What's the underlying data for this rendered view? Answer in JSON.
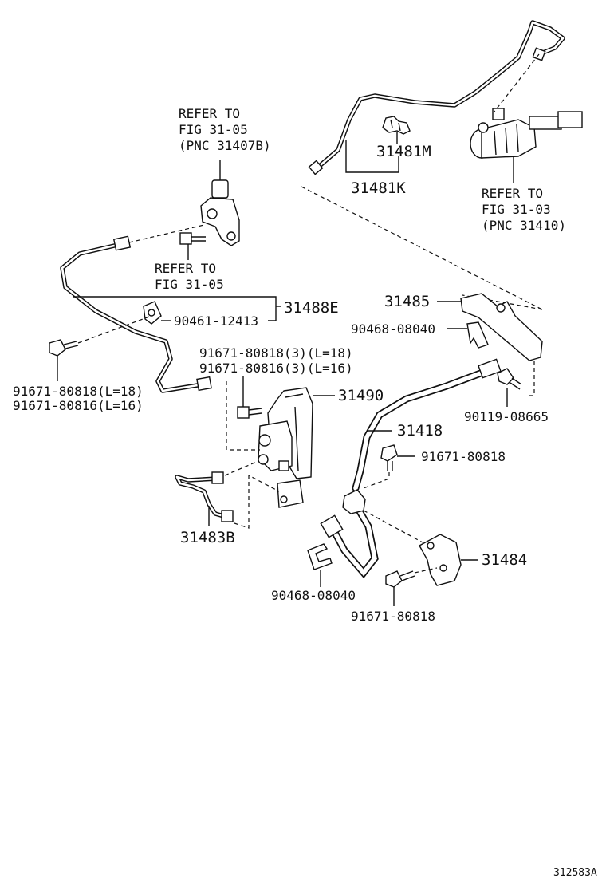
{
  "labels": {
    "refer_top1": "REFER TO",
    "refer_top2": "FIG 31-05",
    "refer_top3": "(PNC 31407B)",
    "refer_mid1": "REFER TO",
    "refer_mid2": "FIG 31-05",
    "refer_right1": "REFER TO",
    "refer_right2": "FIG 31-03",
    "refer_right3": "(PNC 31410)",
    "p31481M": "31481M",
    "p31481K": "31481K",
    "p31488E": "31488E",
    "p90461": "90461-12413",
    "p91671_a": "91671-80818(L=18)",
    "p91671_b": "91671-80816(L=16)",
    "p91671_c": "91671-80818(3)(L=18)",
    "p91671_d": "91671-80816(3)(L=16)",
    "p31490": "31490",
    "p31485": "31485",
    "p90468_top": "90468-08040",
    "p90119": "90119-08665",
    "p31418": "31418",
    "p91671_e": "91671-80818",
    "p31483B": "31483B",
    "p31484": "31484",
    "p90468_bot": "90468-08040",
    "p91671_f": "91671-80818",
    "fig_id": "312583A"
  }
}
